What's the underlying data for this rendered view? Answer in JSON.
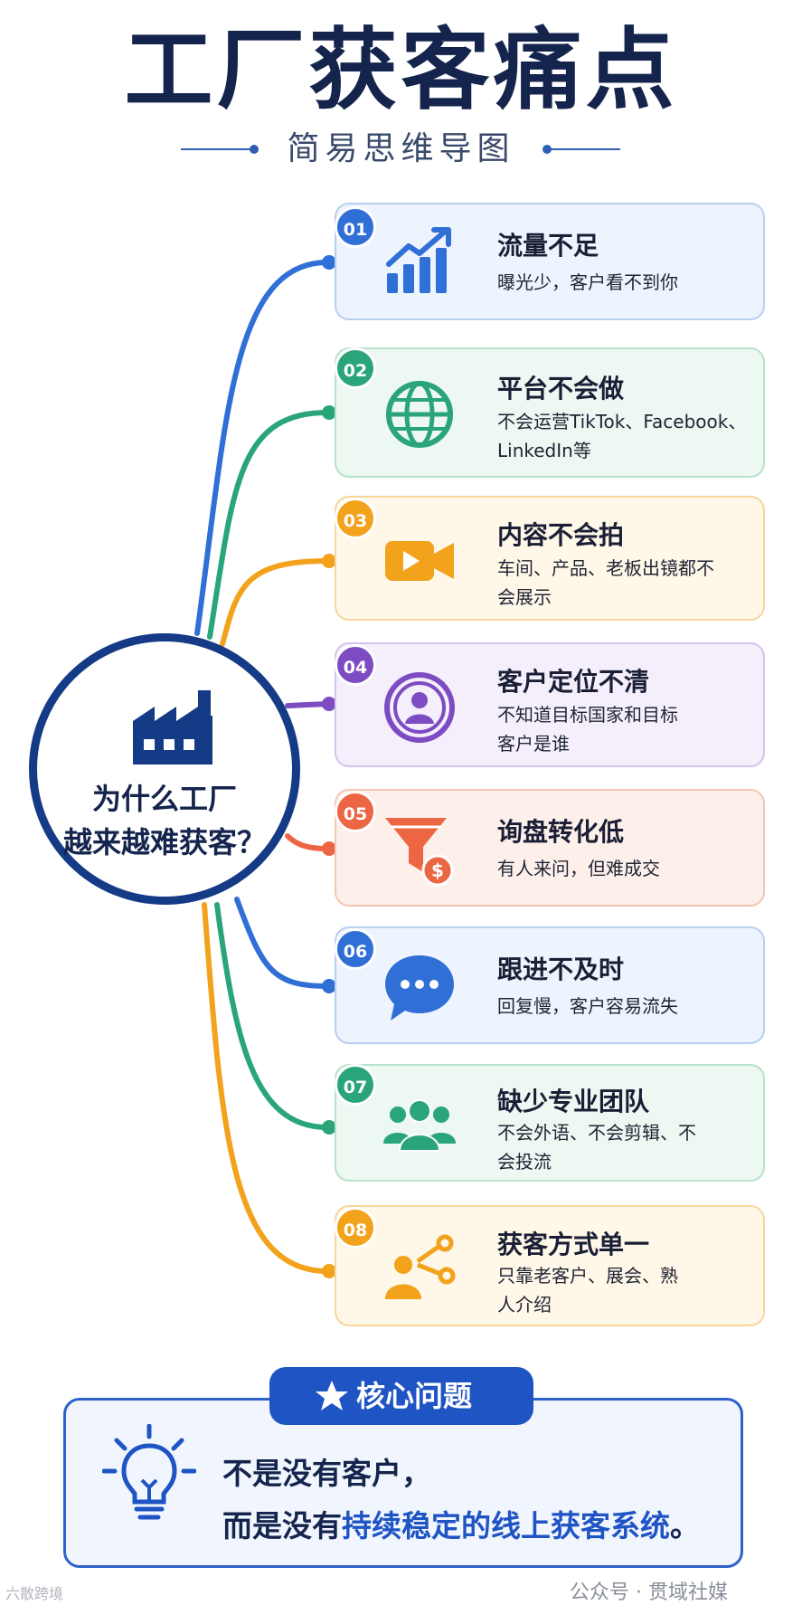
{
  "title": "工厂获客痛点",
  "subtitle": "简易思维导图",
  "hub": {
    "text_line1": "为什么工厂",
    "text_line2": "越来越难获客？"
  },
  "items": [
    {
      "num": "01",
      "title": "流量不足",
      "desc": "曝光少，客户看不到你",
      "color": "#2f6fd6",
      "icon": "rising-bar-chart-icon"
    },
    {
      "num": "02",
      "title": "平台不会做",
      "desc": "不会运营TikTok、Facebook、LinkedIn等",
      "color": "#2aa57a",
      "icon": "globe-icon"
    },
    {
      "num": "03",
      "title": "内容不会拍",
      "desc": "车间、产品、老板出镜都不会展示",
      "color": "#f2a21b",
      "icon": "video-camera-icon"
    },
    {
      "num": "04",
      "title": "客户定位不清",
      "desc": "不知道目标国家和目标客户是谁",
      "color": "#7d4cc2",
      "icon": "user-target-icon"
    },
    {
      "num": "05",
      "title": "询盘转化低",
      "desc": "有人来问，但难成交",
      "color": "#ec6643",
      "icon": "funnel-dollar-icon"
    },
    {
      "num": "06",
      "title": "跟进不及时",
      "desc": "回复慢，客户容易流失",
      "color": "#2f6fd6",
      "icon": "chat-bubble-icon"
    },
    {
      "num": "07",
      "title": "缺少专业团队",
      "desc": "不会外语、不会剪辑、不会投流",
      "color": "#2aa57a",
      "icon": "team-icon"
    },
    {
      "num": "08",
      "title": "获客方式单一",
      "desc": "只靠老客户、展会、熟人介绍",
      "color": "#f2a21b",
      "icon": "person-share-icon"
    }
  ],
  "core": {
    "tab_label": "核心问题",
    "line1": "不是没有客户，",
    "line2_prefix": "而是没有",
    "line2_highlight": "持续稳定的线上获客系统",
    "line2_suffix": "。"
  },
  "footer": {
    "left": "六散跨境",
    "right": "公众号 · 贯域社媒"
  }
}
